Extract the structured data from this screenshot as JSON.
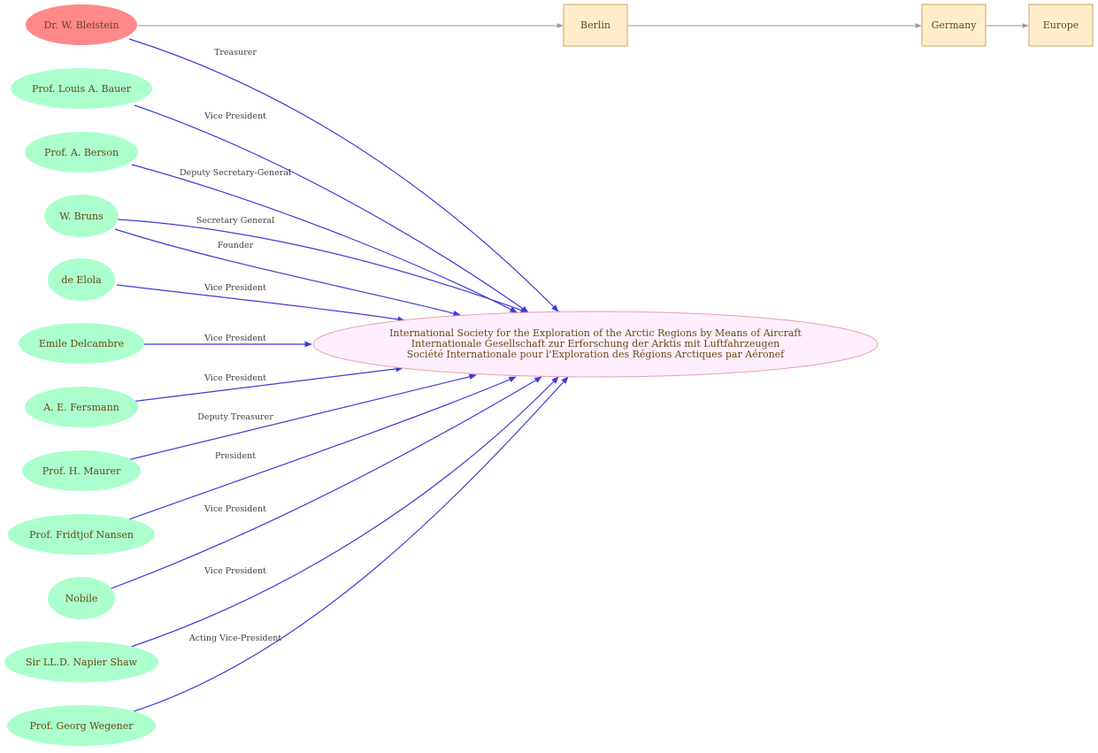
{
  "colors": {
    "person_fill": "#aaffcc",
    "highlight_fill": "#ff8888",
    "place_fill": "#ffeecc",
    "place_stroke": "#d4a060",
    "org_fill": "#ffeeff",
    "org_stroke": "#e8a0a8",
    "edge_blue": "#3b3bdb",
    "edge_gray": "#999999",
    "text": "#6b4a10"
  },
  "organization": {
    "lines": [
      "International Society for the Exploration of the Arctic Regions by Means of Aircraft",
      "Internationale Gesellschaft zur Erforschung der Arktis mit Luftfahrzeugen",
      "Société Internationale pour l'Exploration des Régions Arctiques par Aéronef"
    ]
  },
  "places": [
    "Berlin",
    "Germany",
    "Europe"
  ],
  "people": [
    {
      "name": "Dr. W. Bleistein",
      "role": "Treasurer",
      "highlight": true
    },
    {
      "name": "Prof. Louis A. Bauer",
      "role": "Vice President"
    },
    {
      "name": "Prof. A. Berson",
      "role": "Deputy Secretary-General"
    },
    {
      "name": "W. Bruns",
      "role": "Secretary General",
      "role2": "Founder"
    },
    {
      "name": "de Elola",
      "role": "Vice President"
    },
    {
      "name": "Emile Delcambre",
      "role": "Vice President"
    },
    {
      "name": "A. E. Fersmann",
      "role": "Vice President"
    },
    {
      "name": "Prof. H. Maurer",
      "role": "Deputy Treasurer"
    },
    {
      "name": "Prof. Fridtjof Nansen",
      "role": "President"
    },
    {
      "name": "Nobile",
      "role": "Vice President"
    },
    {
      "name": "Sir LL.D. Napier Shaw",
      "role": "Vice President"
    },
    {
      "name": "Prof. Georg Wegener",
      "role": "Acting Vice-President"
    }
  ]
}
